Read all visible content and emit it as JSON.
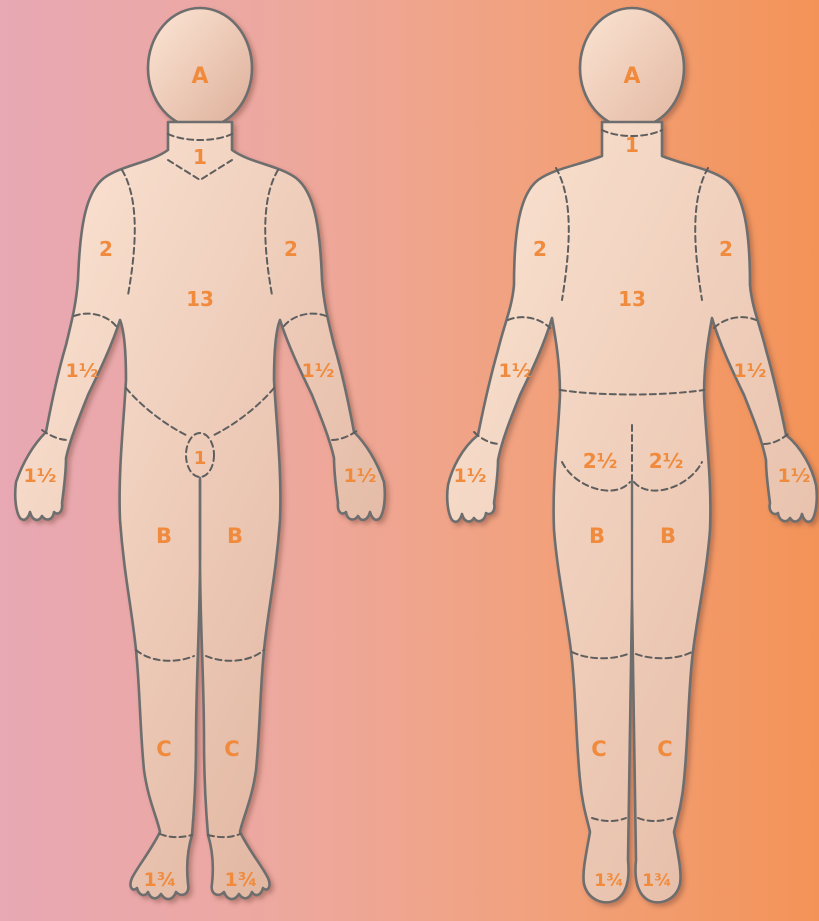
{
  "figures": {
    "front": {
      "labels": {
        "head": "A",
        "neck": "1",
        "upper_arm_left": "2",
        "upper_arm_right": "2",
        "trunk": "13",
        "forearm_left": "1½",
        "forearm_right": "1½",
        "hand_left": "1½",
        "hand_right": "1½",
        "genitals": "1",
        "thigh_left": "B",
        "thigh_right": "B",
        "leg_left": "C",
        "leg_right": "C",
        "foot_left": "1¾",
        "foot_right": "1¾"
      }
    },
    "back": {
      "labels": {
        "head": "A",
        "neck": "1",
        "upper_arm_left": "2",
        "upper_arm_right": "2",
        "trunk": "13",
        "forearm_left": "1½",
        "forearm_right": "1½",
        "hand_left": "1½",
        "hand_right": "1½",
        "buttock_left": "2½",
        "buttock_right": "2½",
        "thigh_left": "B",
        "thigh_right": "B",
        "leg_left": "C",
        "leg_right": "C",
        "foot_left": "1¾",
        "foot_right": "1¾"
      }
    }
  },
  "colors": {
    "skin_light": "#fbe2d2",
    "skin_dark": "#dcae98",
    "label": "#f08a3c",
    "outline": "#6e6e6e"
  }
}
